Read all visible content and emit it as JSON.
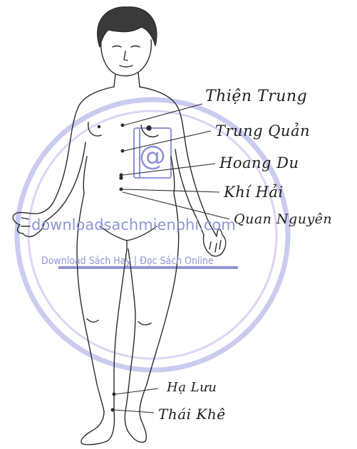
{
  "labels": {
    "thien_trung": "Thiện Trung",
    "trung_quan": "Trung Quản",
    "hoang_du": "Hoang Du",
    "khi_hai": "Khí Hải",
    "quan_nguyen": "Quan Nguyên",
    "ha_luu": "Hạ Lưu",
    "thai_khe": "Thái Khê"
  },
  "watermark": {
    "site": "downloadsachmienphi.com",
    "tagline": "Download Sách Hay | Đọc Sách Online",
    "color": "#8f95d6"
  }
}
